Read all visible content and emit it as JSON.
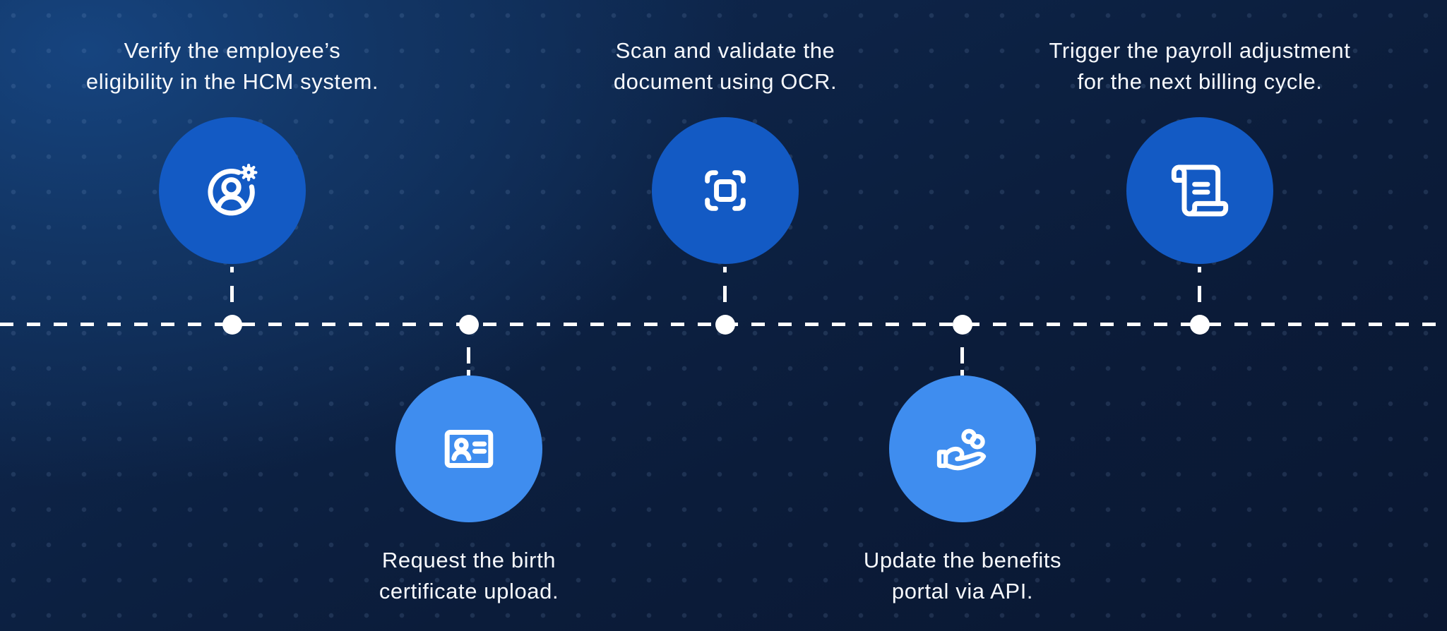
{
  "title": "Employee benefits enrollment automation timeline",
  "background": {
    "base_color": "#0b1c3a",
    "highlight_color": "#16447f",
    "dot_grid_color": "rgba(150,182,228,0.14)"
  },
  "timeline": {
    "line_style": "dashed",
    "line_color": "#ffffff",
    "node_color": "#ffffff",
    "node_count": 5
  },
  "colors": {
    "step_circle_dark_blue": "#135ac4",
    "step_circle_light_blue": "#3f8def",
    "icon_color": "#ffffff",
    "text_color": "#f7f9fd"
  },
  "steps": [
    {
      "index": 1,
      "position": "top",
      "icon": "user-gear-icon",
      "circle_color": "#135ac4",
      "lines": [
        "Verify the employee’s",
        "eligibility in the HCM system."
      ]
    },
    {
      "index": 2,
      "position": "bottom",
      "icon": "id-card-icon",
      "circle_color": "#3f8def",
      "lines": [
        "Request the birth",
        "certificate upload."
      ]
    },
    {
      "index": 3,
      "position": "top",
      "icon": "scan-frame-icon",
      "circle_color": "#135ac4",
      "lines": [
        "Scan and validate the",
        "document using OCR."
      ]
    },
    {
      "index": 4,
      "position": "bottom",
      "icon": "hand-coins-icon",
      "circle_color": "#3f8def",
      "lines": [
        "Update the benefits",
        "portal via API."
      ]
    },
    {
      "index": 5,
      "position": "top",
      "icon": "scroll-icon",
      "circle_color": "#135ac4",
      "lines": [
        "Trigger the payroll adjustment",
        "for the next billing cycle."
      ]
    }
  ]
}
